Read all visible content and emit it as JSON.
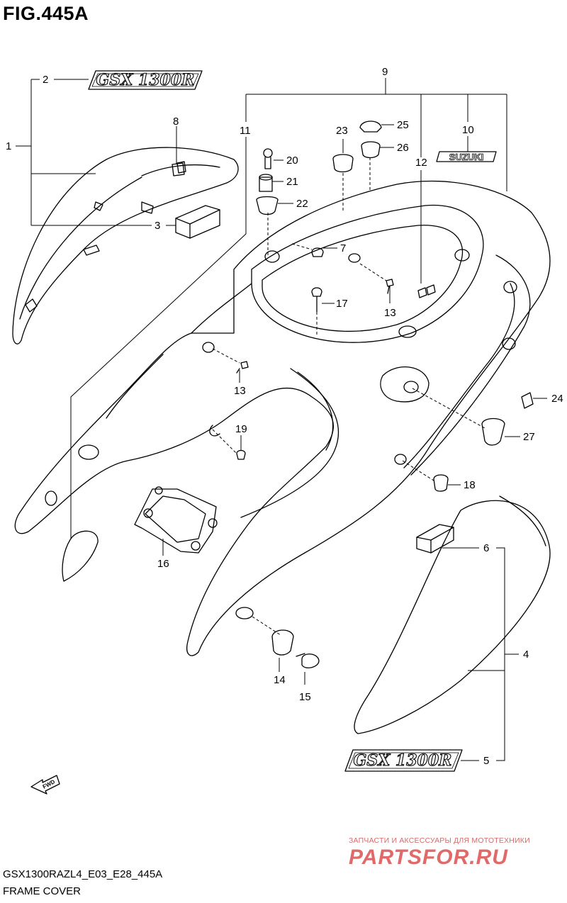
{
  "figure": {
    "title": "FIG.445A",
    "model_code": "GSX1300RAZL4_E03_E28_445A",
    "group_name": "FRAME COVER",
    "fwd_label": "FWD"
  },
  "decals": {
    "emblem_top": "GSX 1300R",
    "emblem_bottom": "GSX 1300R",
    "brand": "SUZUKI"
  },
  "callouts": [
    "1",
    "2",
    "3",
    "4",
    "5",
    "6",
    "7",
    "8",
    "9",
    "10",
    "11",
    "12",
    "13",
    "13",
    "14",
    "15",
    "16",
    "17",
    "18",
    "19",
    "20",
    "21",
    "22",
    "23",
    "24",
    "25",
    "26",
    "27"
  ],
  "watermark": {
    "tagline": "ЗАПЧАСТИ И АКСЕССУАРЫ ДЛЯ МОТОТЕХНИКИ",
    "site": "PARTSFOR.RU",
    "color": "#e06a6a"
  }
}
